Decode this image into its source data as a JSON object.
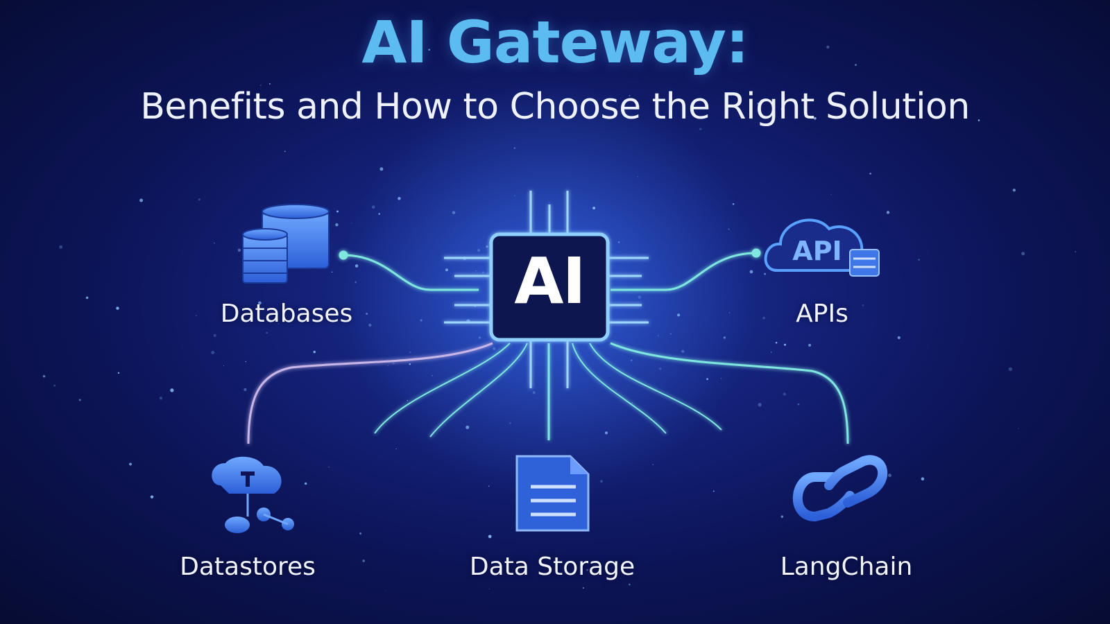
{
  "header": {
    "title": "AI Gateway:",
    "subtitle": "Benefits and How to Choose the Right Solution"
  },
  "hub": {
    "label": "AI",
    "icon": "chip-icon"
  },
  "nodes": [
    {
      "label": "Databases",
      "icon": "database-icon"
    },
    {
      "label": "APIs",
      "icon": "api-cloud-icon"
    },
    {
      "label": "Datastores",
      "icon": "datastore-tree-icon"
    },
    {
      "label": "Data Storage",
      "icon": "document-icon"
    },
    {
      "label": "LangChain",
      "icon": "chain-link-icon"
    }
  ],
  "colors": {
    "title": "#5cbcf2",
    "accent": "#4a8cf0",
    "connector": "#7fe6e0",
    "background": "#0c1456"
  }
}
